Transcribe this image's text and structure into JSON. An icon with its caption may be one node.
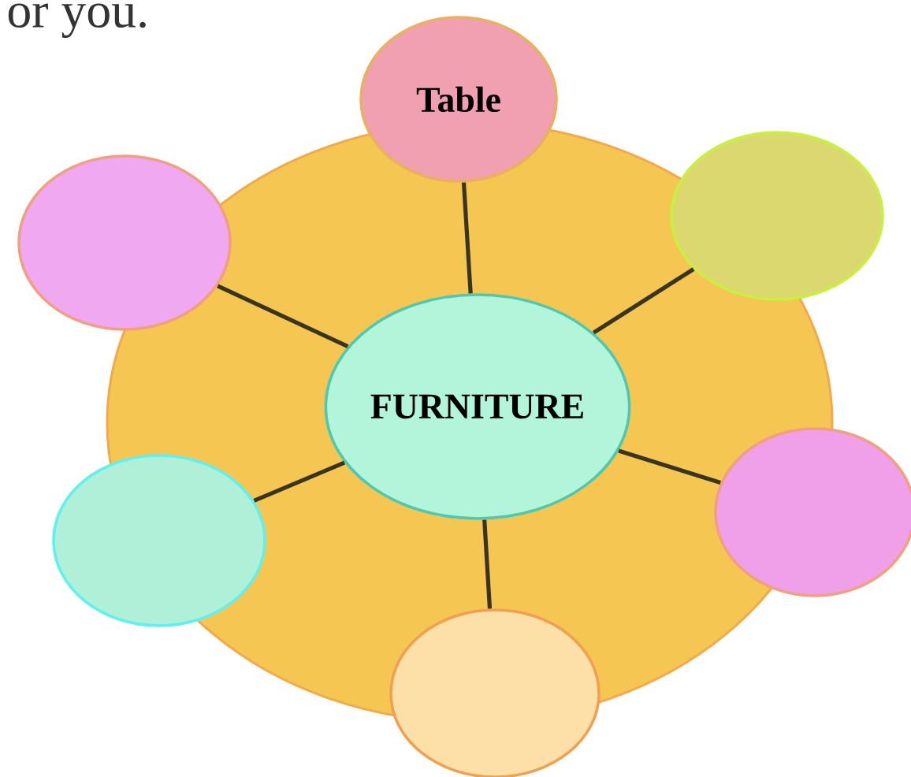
{
  "diagram": {
    "nodes": [
      {
        "text": [
          "Table"
        ]
      },
      {
        "text": [],
        "shape": "circle"
      },
      {
        "text": [],
        "shape": "circle"
      },
      {
        "text": [
          "FURNITURE"
        ]
      },
      {
        "text": [],
        "shape": "circle"
      },
      {
        "text": [],
        "shape": "circle"
      },
      {
        "text": [],
        "shape": "circle"
      }
    ],
    "edges": [
      {
        "from": 3,
        "to": 0,
        "arrow": "none"
      },
      {
        "from": 3,
        "to": 1,
        "arrow": "none"
      },
      {
        "from": 3,
        "to": 2,
        "arrow": "none"
      },
      {
        "from": 3,
        "to": 4,
        "arrow": "none"
      },
      {
        "from": 3,
        "to": 5,
        "arrow": "none"
      },
      {
        "from": 3,
        "to": 6,
        "arrow": "none"
      }
    ],
    "labels": [
      "or you."
    ]
  }
}
